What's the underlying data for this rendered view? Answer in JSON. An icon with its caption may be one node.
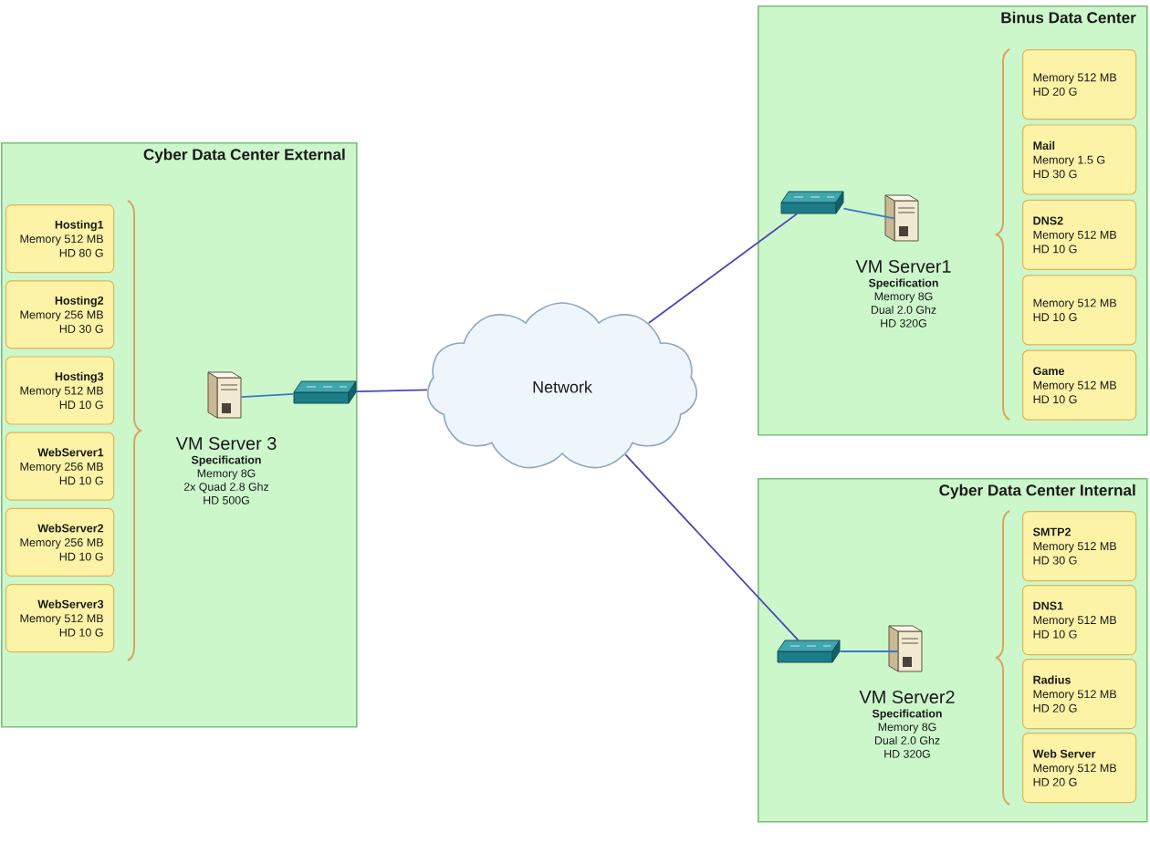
{
  "diagram": {
    "nodes": [
      {
        "text": [
          "Cyber Data Center External"
        ]
      },
      {
        "text": [
          "Hosting1",
          "Memory 512 MB",
          "HD 80 G"
        ],
        "in": 0
      },
      {
        "text": [
          "Hosting2",
          "Memory 256 MB",
          "HD 30 G"
        ],
        "in": 0
      },
      {
        "text": [
          "Hosting3",
          "Memory 512 MB",
          "HD 10 G"
        ],
        "in": 0
      },
      {
        "text": [
          "WebServer1",
          "Memory 256 MB",
          "HD 10 G"
        ],
        "in": 0
      },
      {
        "text": [
          "WebServer2",
          "Memory 256 MB",
          "HD 10 G"
        ],
        "in": 0
      },
      {
        "text": [
          "WebServer3",
          "Memory 512 MB",
          "HD 10 G"
        ],
        "in": 0
      },
      {
        "text": [],
        "shape": "picture",
        "beside": [
          "VM Server 3",
          "Specification",
          "Memory 8G",
          "2x Quad 2.8 Ghz",
          "HD 500G"
        ],
        "in": 0
      },
      {
        "text": [],
        "shape": "picture",
        "in": 0
      },
      {
        "text": [
          "Network"
        ]
      },
      {
        "text": [
          "Binus Data Center"
        ]
      },
      {
        "text": [
          "Memory 512 MB",
          "HD 20 G"
        ],
        "in": 10
      },
      {
        "text": [
          "Mail",
          "Memory 1.5 G",
          "HD 30 G"
        ],
        "in": 10
      },
      {
        "text": [
          "DNS2",
          "Memory 512 MB",
          "HD 10 G"
        ],
        "in": 10
      },
      {
        "text": [
          "Memory 512 MB",
          "HD 10 G"
        ],
        "in": 10
      },
      {
        "text": [
          "Game",
          "Memory 512 MB",
          "HD 10 G"
        ],
        "in": 10
      },
      {
        "text": [],
        "shape": "picture",
        "beside": [
          "VM Server1",
          "Specification",
          "Memory 8G",
          "Dual 2.0 Ghz",
          "HD 320G"
        ],
        "in": 10
      },
      {
        "text": [],
        "shape": "picture",
        "in": 10
      },
      {
        "text": [
          "Cyber Data Center Internal"
        ]
      },
      {
        "text": [
          "SMTP2",
          "Memory 512 MB",
          "HD 30 G"
        ],
        "in": 18
      },
      {
        "text": [
          "DNS1",
          "Memory 512 MB",
          "HD 10 G"
        ],
        "in": 18
      },
      {
        "text": [
          "Radius",
          "Memory 512 MB",
          "HD 20 G"
        ],
        "in": 18
      },
      {
        "text": [
          "Web Server",
          "Memory 512 MB",
          "HD 20 G"
        ],
        "in": 18
      },
      {
        "text": [],
        "shape": "picture",
        "beside": [
          "VM Server2",
          "Specification",
          "Memory 8G",
          "Dual 2.0 Ghz",
          "HD 320G"
        ],
        "in": 18
      },
      {
        "text": [],
        "shape": "picture",
        "in": 18
      }
    ],
    "edges": [
      {
        "from": 7,
        "to": 8,
        "arrow": "none",
        "color": "#3a78c6"
      },
      {
        "from": 8,
        "to": 9,
        "arrow": "none"
      },
      {
        "from": 9,
        "to": 17,
        "arrow": "none"
      },
      {
        "from": 17,
        "to": 16,
        "arrow": "none",
        "color": "#3a78c6"
      },
      {
        "from": 9,
        "to": 24,
        "arrow": "none"
      },
      {
        "from": 24,
        "to": 23,
        "arrow": "none",
        "color": "#3a78c6"
      }
    ]
  }
}
